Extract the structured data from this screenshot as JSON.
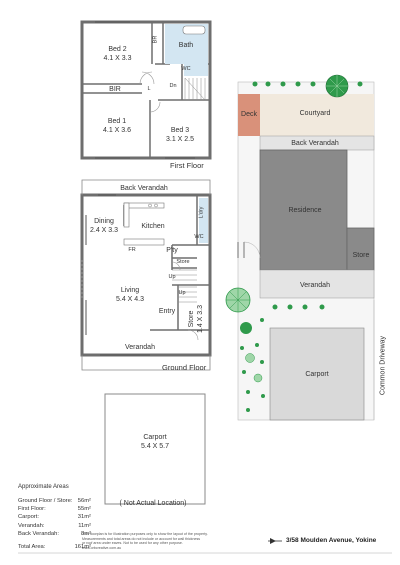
{
  "first_floor": {
    "caption": "First Floor",
    "rooms": {
      "bed2": "Bed 2\n4.1 X 3.3",
      "br_closet": "BR",
      "bath": "Bath",
      "wc": "WC",
      "bir": "BIR",
      "l_closet": "L",
      "dn": "Dn",
      "bed1": "Bed 1\n4.1 X 3.6",
      "bed3": "Bed 3\n3.1 X 2.5"
    }
  },
  "ground_floor": {
    "caption": "Ground Floor",
    "rooms": {
      "back_verandah": "Back Verandah",
      "dining": "Dining\n2.4 X 3.3",
      "kitchen": "Kitchen",
      "ldry": "L'dry",
      "wc": "WC",
      "fr": "FR",
      "pty": "P'ty",
      "store_small": "Store",
      "up1": "Up",
      "up2": "Up",
      "living": "Living\n5.4 X 4.3",
      "entry": "Entry",
      "store": "Store\n1.4 X 3.3",
      "verandah": "Verandah"
    }
  },
  "carport_plan": {
    "label": "Carport\n5.4 X 5.7",
    "note": "( Not Actual Location)"
  },
  "site_plan": {
    "deck": "Deck",
    "courtyard": "Courtyard",
    "back_verandah": "Back Verandah",
    "residence": "Residence",
    "store": "Store",
    "verandah": "Verandah",
    "carport": "Carport",
    "driveway": "Common Driveway"
  },
  "areas": {
    "title": "Approximate Areas",
    "rows": [
      {
        "label": "Ground Floor / Store:",
        "value": "56m²"
      },
      {
        "label": "First Floor:",
        "value": "55m²"
      },
      {
        "label": "Carport:",
        "value": "31m²"
      },
      {
        "label": "Verandah:",
        "value": "11m²"
      },
      {
        "label": "Back Verandah:",
        "value": "8m²"
      }
    ],
    "total": {
      "label": "Total Area:",
      "value": "161m²"
    }
  },
  "disclaimer": "This floorplan is for illustration purposes only to show the layout of the property.\nMeasurements and total areas do not include or account for wall thickness\nor roof area under eaves. Not to be used for any other purpose.\nwww.orbcreative.com.au",
  "address": "3/58 Moulden Avenue, Yokine",
  "colors": {
    "wall": "#6e6e6e",
    "wet_area": "#d3e6f2",
    "deck": "#d9917a",
    "courtyard": "#f1e9dd",
    "residence": "#8a8a8a",
    "carport_fill": "#d9d9d9",
    "tree_dark": "#2f9a4b",
    "tree_light": "#9fd6a8"
  }
}
